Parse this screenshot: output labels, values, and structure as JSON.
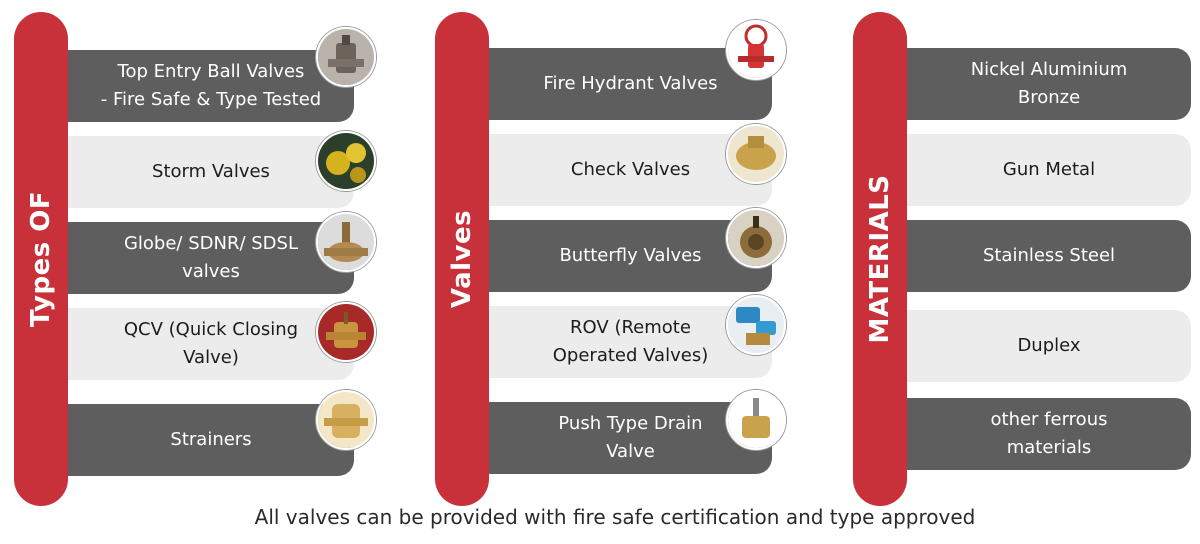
{
  "columns": [
    {
      "title": "Types OF",
      "items": [
        {
          "label": "Top Entry Ball Valves\n- Fire Safe & Type Tested",
          "style": "dark",
          "image": "top-entry-ball-valve-photo"
        },
        {
          "label": "Storm Valves",
          "style": "light",
          "image": "storm-valve-photo"
        },
        {
          "label": "Globe/ SDNR/ SDSL\nvalves",
          "style": "dark",
          "image": "globe-valve-photo"
        },
        {
          "label": "QCV (Quick Closing\nValve)",
          "style": "light",
          "image": "quick-closing-valve-photo"
        },
        {
          "label": "Strainers",
          "style": "dark",
          "image": "strainer-photo"
        }
      ]
    },
    {
      "title": "Valves",
      "items": [
        {
          "label": "Fire Hydrant Valves",
          "style": "dark",
          "image": "fire-hydrant-valve-photo"
        },
        {
          "label": "Check Valves",
          "style": "light",
          "image": "check-valve-photo"
        },
        {
          "label": "Butterfly Valves",
          "style": "dark",
          "image": "butterfly-valve-photo"
        },
        {
          "label": "ROV (Remote\nOperated Valves)",
          "style": "light",
          "image": "remote-operated-valve-photo"
        },
        {
          "label": "Push Type Drain\nValve",
          "style": "dark",
          "image": "push-type-drain-valve-photo"
        }
      ]
    },
    {
      "title": "MATERIALS",
      "items": [
        {
          "label": "Nickel Aluminium\nBronze",
          "style": "dark"
        },
        {
          "label": "Gun Metal",
          "style": "light"
        },
        {
          "label": "Stainless Steel",
          "style": "dark"
        },
        {
          "label": "Duplex",
          "style": "light"
        },
        {
          "label": "other ferrous\nmaterials",
          "style": "dark"
        }
      ]
    }
  ],
  "footer": "All valves can be provided with fire safe certification and type approved",
  "colors": {
    "accent": "#c8303a",
    "dark_card": "#5e5e5e",
    "light_card": "#ececec"
  }
}
